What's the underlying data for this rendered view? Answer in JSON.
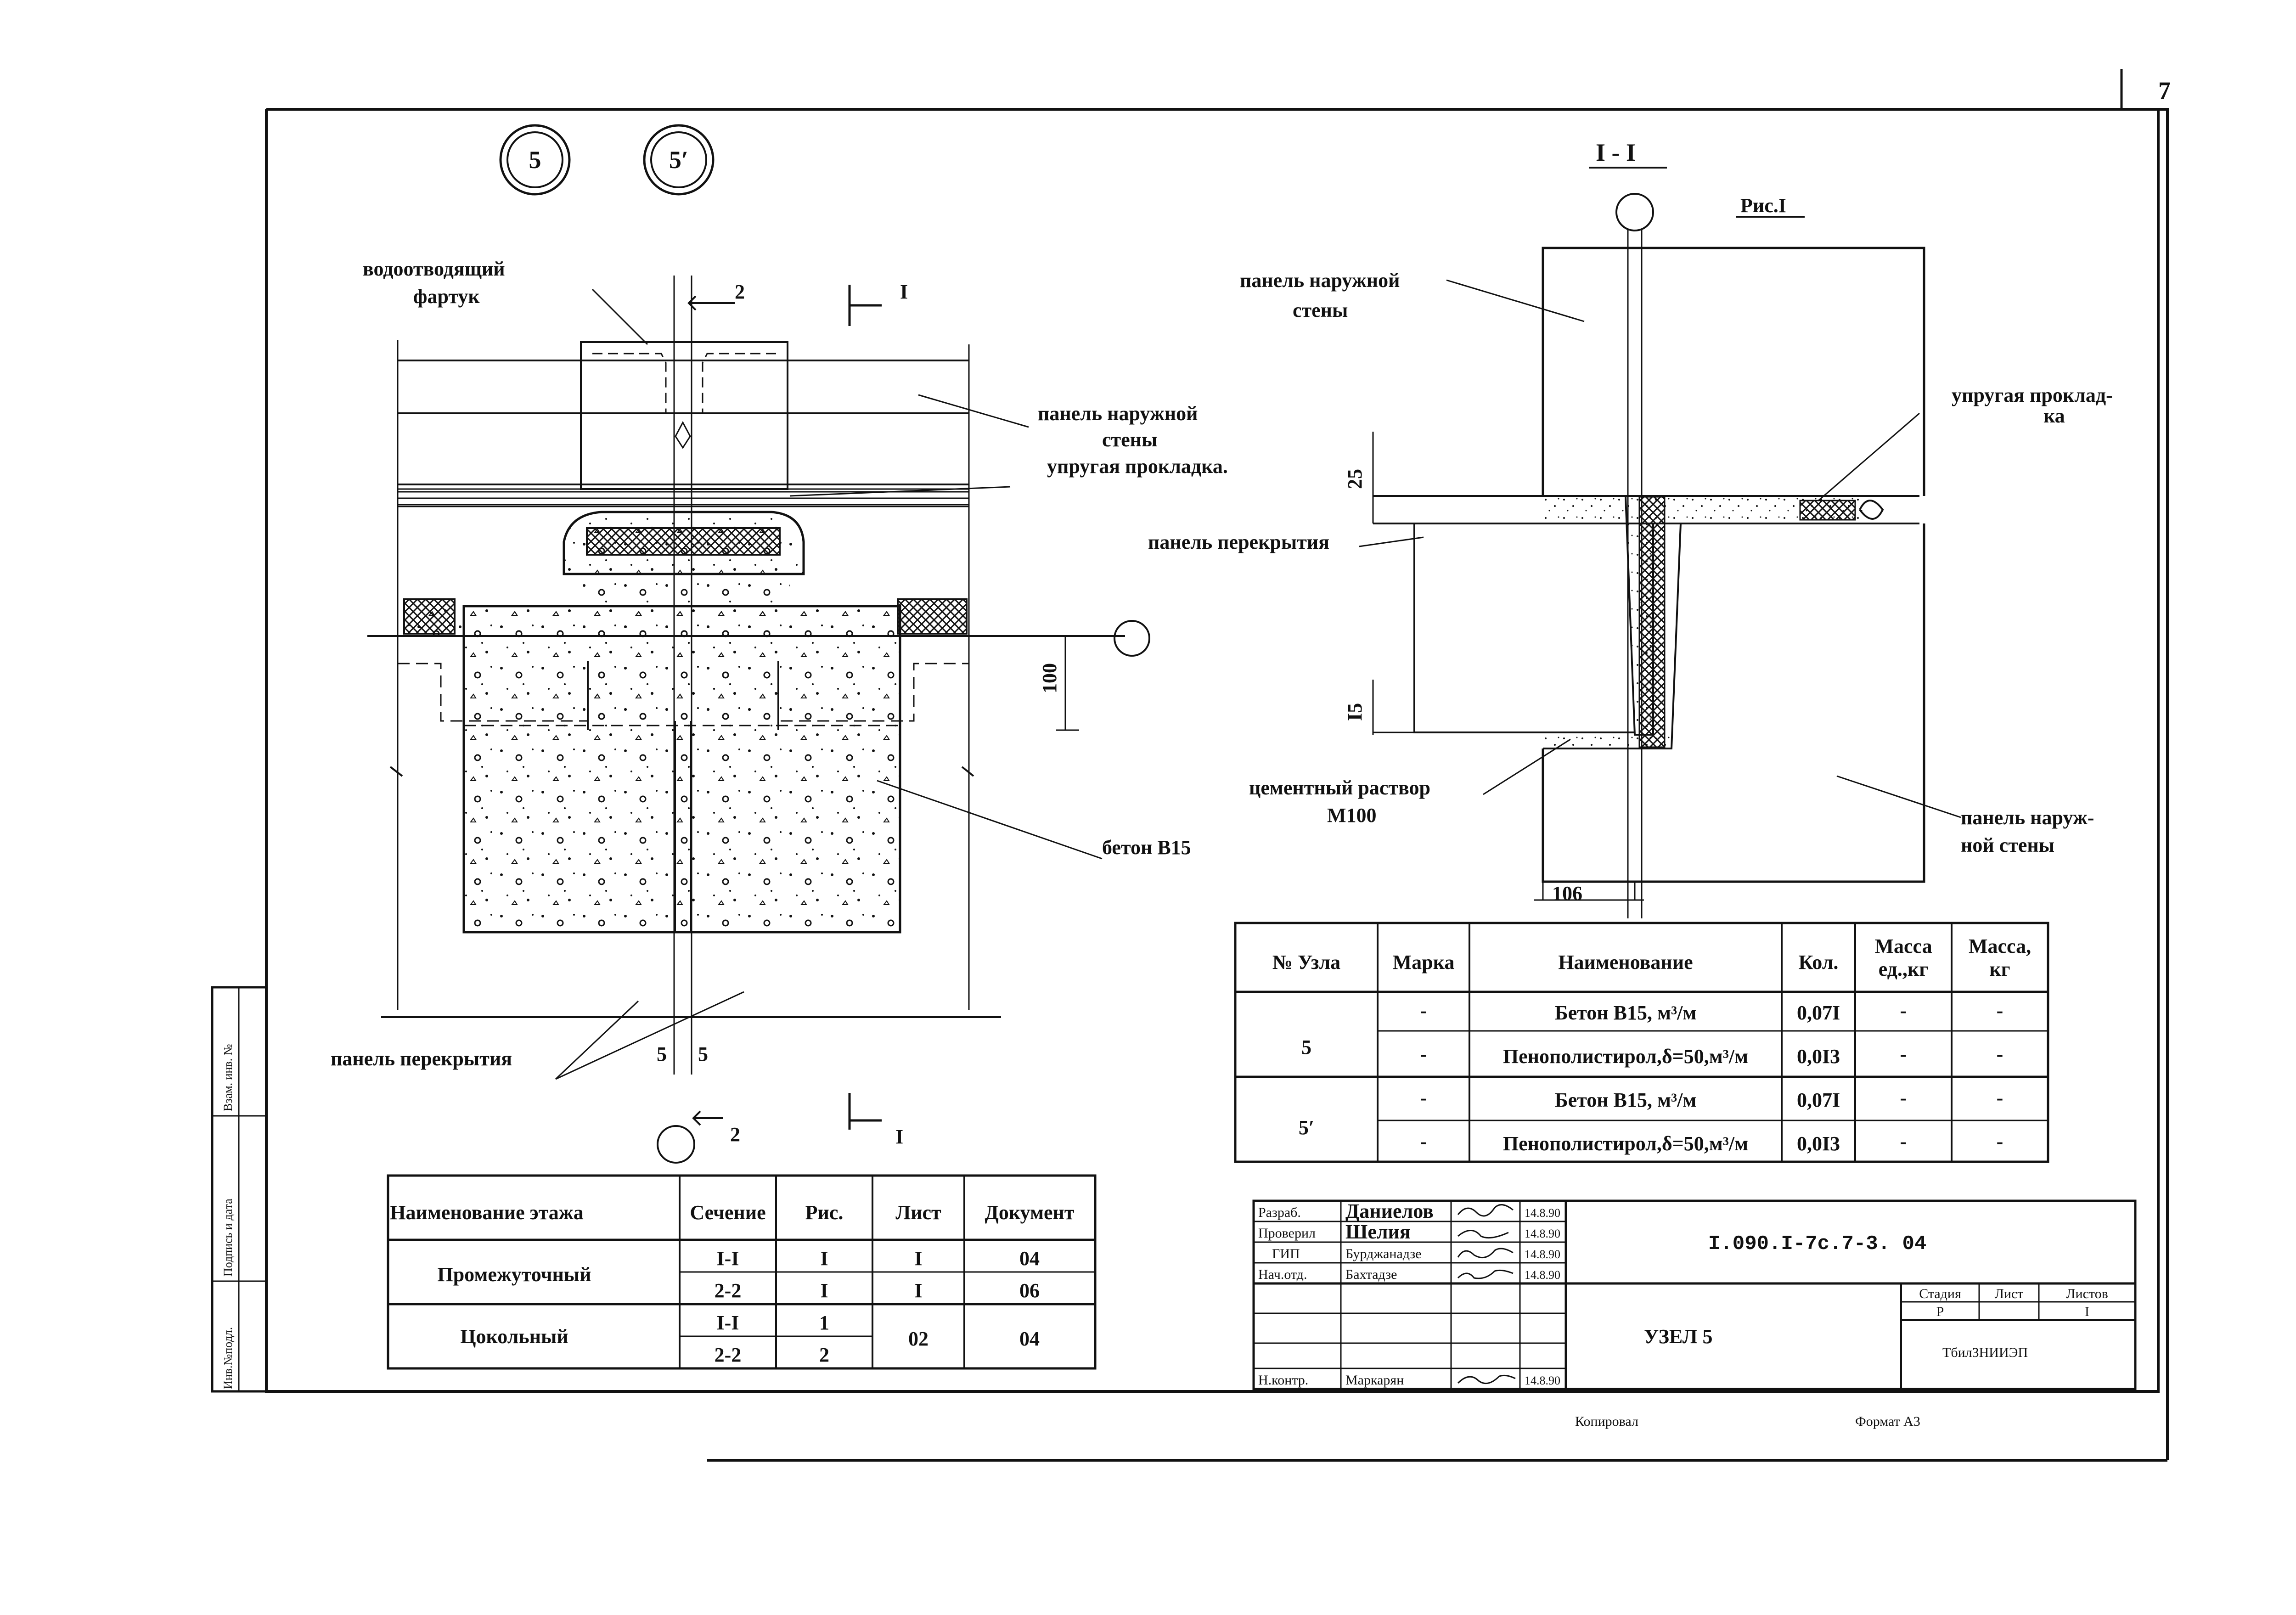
{
  "page_number": "7",
  "markers": {
    "m5": "5",
    "m5p": "5′"
  },
  "left_view": {
    "cut2_top": "2",
    "cut1_top": "I",
    "cut2_bottom": "2",
    "cut1_bottom": "I",
    "label_apron": "водоотводящий фартук",
    "label_apron_l1": "водоотводящий",
    "label_apron_l2": "фартук",
    "label_wall_l1": "панель наружной",
    "label_wall_l2": "стены",
    "label_gasket": "упругая прокладка.",
    "label_concrete": "бетон В15",
    "label_floor": "панель перекрытия",
    "dim_100": "100",
    "dim_5a": "5",
    "dim_5b": "5"
  },
  "right_view": {
    "section_title": "I - I",
    "fig_title": "Рис.I",
    "label_wall_top_l1": "панель наружной",
    "label_wall_top_l2": "стены",
    "label_gasket_l1": "упругая проклад-",
    "label_gasket_l2": "ка",
    "label_floor": "панель перекрытия",
    "label_mortar_l1": "цементный раствор",
    "label_mortar_l2": "М100",
    "label_wall_bot_l1": "панель наруж-",
    "label_wall_bot_l2": "ной стены",
    "dim_25": "25",
    "dim_15": "I5",
    "dim_106": "106"
  },
  "spec_table": {
    "headers": [
      "№ Узла",
      "Марка",
      "Наименование",
      "Кол.",
      "Масса ед.,кг",
      "Масса, кг"
    ],
    "h5a": "Масса",
    "h5b": "ед.,кг",
    "h6a": "Масса,",
    "h6b": "кг",
    "rows": [
      {
        "node": "5",
        "mark": "-",
        "name": "Бетон В15, м³/м",
        "qty": "0,07I",
        "m1": "-",
        "m2": "-"
      },
      {
        "node": "",
        "mark": "-",
        "name": "Пенополистирол,δ=50,м³/м",
        "qty": "0,0I3",
        "m1": "-",
        "m2": "-"
      },
      {
        "node": "5′",
        "mark": "-",
        "name": "Бетон В15, м³/м",
        "qty": "0,07I",
        "m1": "-",
        "m2": "-"
      },
      {
        "node": "",
        "mark": "-",
        "name": "Пенополистирол,δ=50,м³/м",
        "qty": "0,0I3",
        "m1": "-",
        "m2": "-"
      }
    ]
  },
  "floor_table": {
    "headers": [
      "Наименование этажа",
      "Сечение",
      "Рис.",
      "Лист",
      "Документ"
    ],
    "rows": [
      {
        "floor": "Промежуточный",
        "s1": "I-I",
        "s2": "2-2",
        "f1": "I",
        "f2": "I",
        "l1": "I",
        "l2": "I",
        "d1": "04",
        "d2": "06"
      },
      {
        "floor": "Цокольный",
        "s1": "I-I",
        "s2": "2-2",
        "f1": "1",
        "f2": "2",
        "l": "02",
        "d": "04"
      }
    ]
  },
  "title_block": {
    "roles": [
      "Разраб.",
      "Проверил",
      "ГИП",
      "Нач.отд.",
      "",
      "",
      "Н.контр."
    ],
    "names": [
      "Даниелов",
      "Шелия",
      "Бурджанадзе",
      "Бахтадзе",
      "",
      "",
      "Маркарян"
    ],
    "dates": [
      "14.8.90",
      "14.8.90",
      "14.8.90",
      "14.8.90",
      "",
      "",
      "14.8.90"
    ],
    "doc_code": "I.090.I-7c.7-3. 04",
    "title": "УЗЕЛ 5",
    "stage_hdr": "Стадия",
    "sheet_hdr": "Лист",
    "sheets_hdr": "Листов",
    "stage": "Р",
    "sheet": "",
    "sheets": "I",
    "org": "ТбилЗНИИЭП"
  },
  "side_stamp": [
    "Взам. инв. №",
    "Подпись и дата",
    "Инв.№подл."
  ],
  "footer": {
    "copied": "Копировал",
    "format": "Формат А3"
  }
}
